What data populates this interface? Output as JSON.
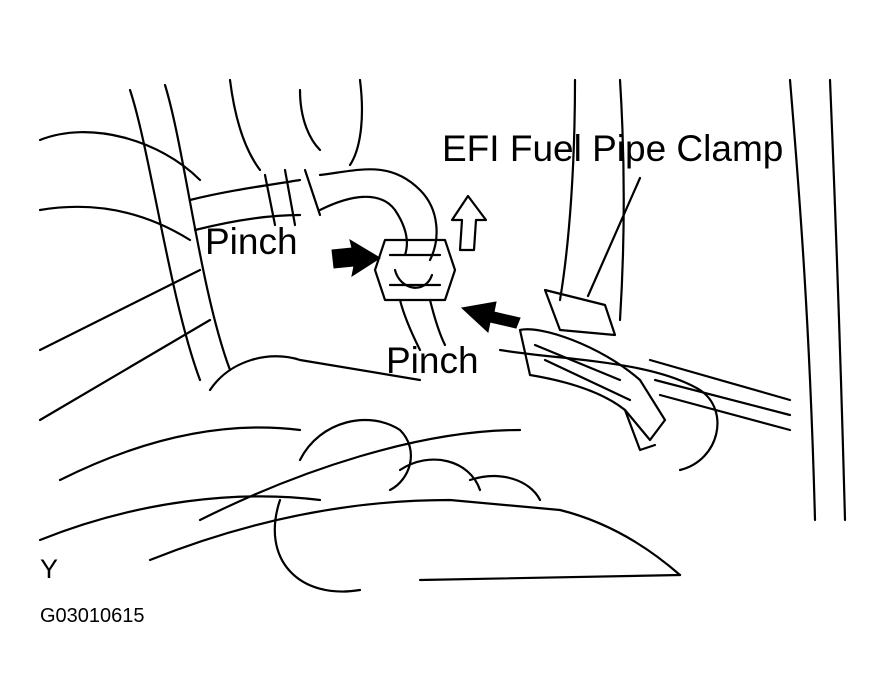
{
  "labels": {
    "clamp": "EFI Fuel Pipe Clamp",
    "pinch_left": "Pinch",
    "pinch_bottom": "Pinch",
    "view_letter": "Y",
    "figure_code": "G03010615"
  },
  "colors": {
    "line": "#000000",
    "background": "#ffffff"
  }
}
